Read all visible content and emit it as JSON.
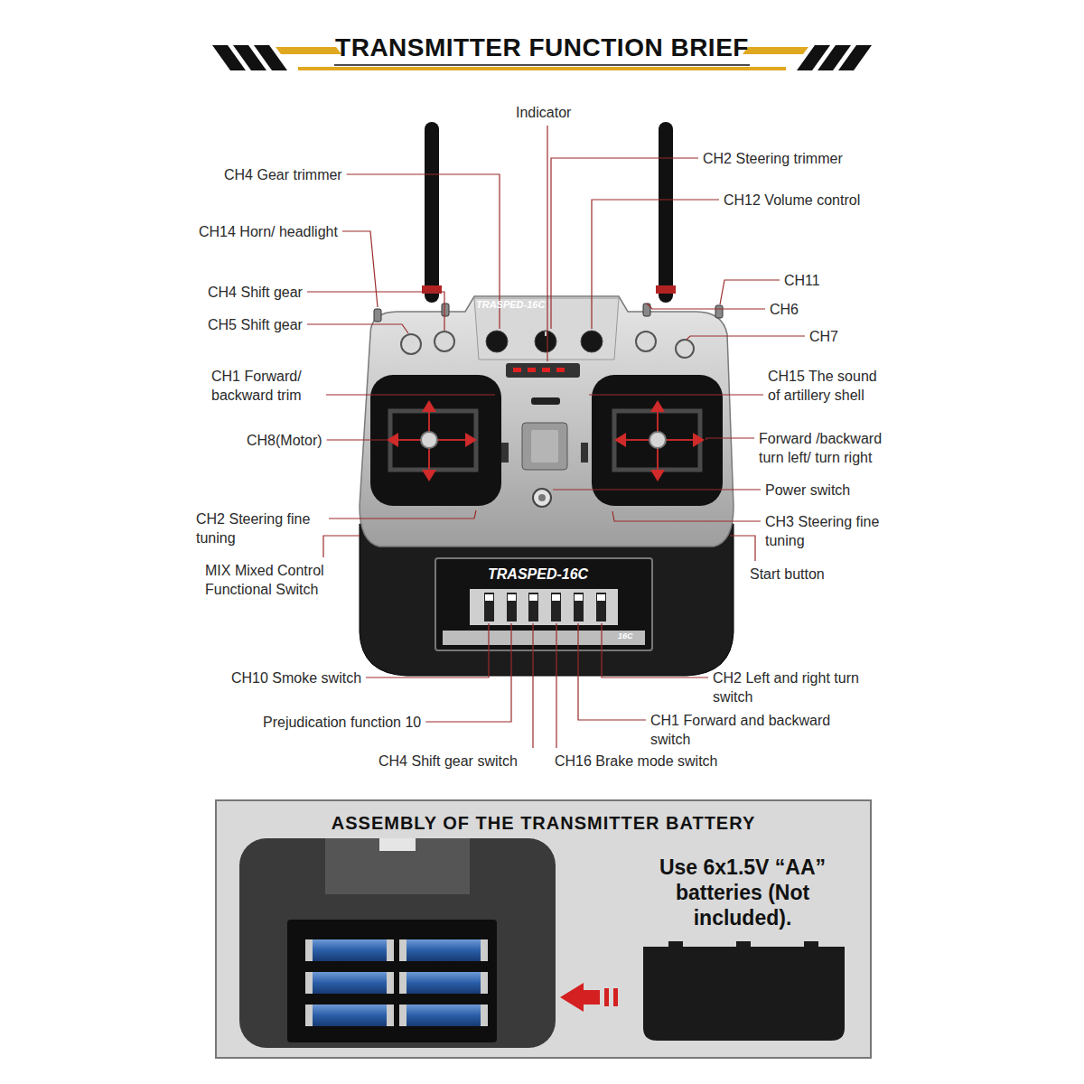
{
  "diagram": {
    "title": "TRANSMITTER FUNCTION BRIEF",
    "nodes": [
      {
        "text": [
          "ASSEMBLY OF THE TRANSMITTER BATTERY",
          "Use 6x1.5V “AA” batteries (Not included)."
        ]
      }
    ],
    "labels": [
      "Indicator",
      "CH4 Gear trimmer",
      "CH2 Steering trimmer",
      "CH12 Volume control",
      "CH14 Horn/ headlight",
      "CH4 Shift gear",
      "CH5 Shift gear",
      "CH11",
      "CH6",
      "CH7",
      "CH1 Forward/ backward trim",
      "CH15 The sound of artillery shell",
      "CH8(Motor)",
      "Forward /backward turn left/ turn right",
      "Power switch",
      "CH2 Steering fine tuning",
      "CH3 Steering fine tuning",
      "MIX Mixed Control Functional Switch",
      "Start button",
      "CH10 Smoke switch",
      "CH2 Left and right turn switch",
      "Prejudication function 10",
      "CH1 Forward and backward switch",
      "CH4 Shift gear switch",
      "CH16 Brake mode switch",
      "TRASPED-16C",
      "TRASPED-16C",
      "16C"
    ]
  }
}
